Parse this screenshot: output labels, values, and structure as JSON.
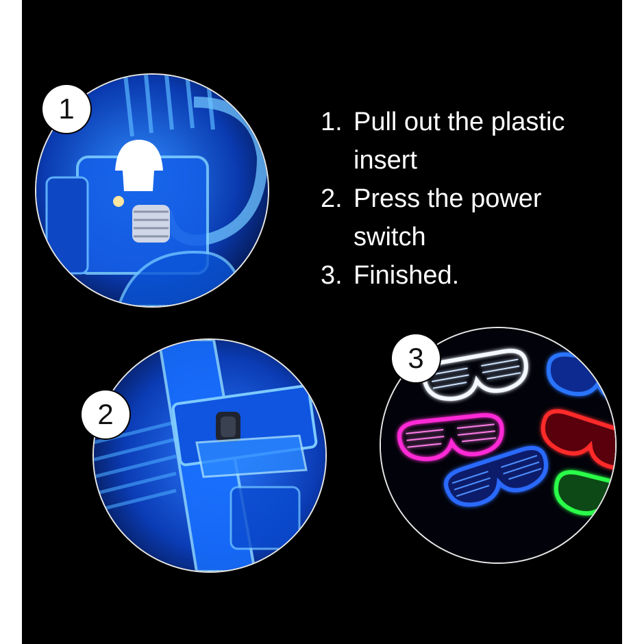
{
  "badges": {
    "one": "1",
    "two": "2",
    "three": "3"
  },
  "steps": [
    {
      "num": "1.",
      "text": "Pull out the plastic insert"
    },
    {
      "num": "2.",
      "text": "Press the power switch"
    },
    {
      "num": "3.",
      "text": "Finished."
    }
  ],
  "colors": {
    "background": "#000000",
    "text": "#ffffff",
    "badge": "#ffffff",
    "glasses": [
      "#ffffff",
      "#1e6bff",
      "#ff2bd6",
      "#ff2a2a",
      "#2bff4a"
    ]
  }
}
